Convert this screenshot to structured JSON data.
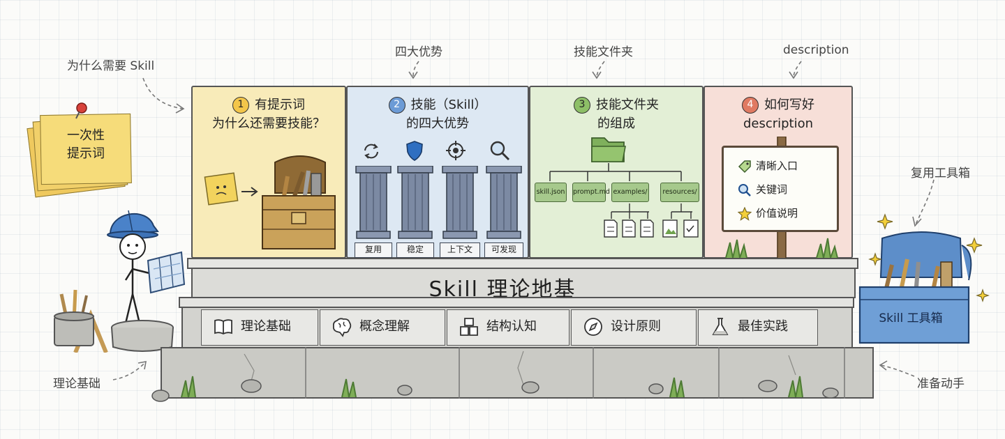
{
  "annotations": {
    "why_skill": "为什么需要 Skill",
    "four_advantages": "四大优势",
    "skill_folder": "技能文件夹",
    "description": "description",
    "reuse_toolbox": "复用工具箱",
    "theory_foundation": "理论基础",
    "ready_to_act": "准备动手"
  },
  "sticky_note": {
    "line1": "一次性",
    "line2": "提示词"
  },
  "panels": [
    {
      "number": "1",
      "title_line1": "有提示词",
      "title_line2": "为什么还需要技能？"
    },
    {
      "number": "2",
      "title_line1": "技能（Skill）",
      "title_line2": "的四大优势"
    },
    {
      "number": "3",
      "title_line1": "技能文件夹",
      "title_line2": "的组成"
    },
    {
      "number": "4",
      "title_line1": "如何写好",
      "title_line2": "description"
    }
  ],
  "pillars": [
    {
      "label": "复用",
      "icon": "refresh-icon"
    },
    {
      "label": "稳定",
      "icon": "shield-icon"
    },
    {
      "label": "上下文",
      "icon": "target-icon"
    },
    {
      "label": "可发现",
      "icon": "magnifier-icon"
    }
  ],
  "folder_files": [
    "skill.json",
    "prompt.md",
    "examples/",
    "resources/"
  ],
  "sign_items": [
    {
      "label": "清晰入口",
      "icon": "tag-icon"
    },
    {
      "label": "关键词",
      "icon": "magnifier-icon"
    },
    {
      "label": "价值说明",
      "icon": "star-icon"
    }
  ],
  "base_title": "Skill  理论地基",
  "foundation_blocks": [
    {
      "label": "理论基础",
      "icon": "book-icon"
    },
    {
      "label": "概念理解",
      "icon": "brain-icon"
    },
    {
      "label": "结构认知",
      "icon": "cubes-icon"
    },
    {
      "label": "设计原则",
      "icon": "compass-icon"
    },
    {
      "label": "最佳实践",
      "icon": "flask-icon"
    }
  ],
  "toolbox_label": "Skill 工具箱",
  "colors": {
    "panel1": "#f8ebb9",
    "panel2": "#dde8f3",
    "panel3": "#e3efd6",
    "panel4": "#f7dfd8",
    "pillar": "#7c8aa3",
    "folder_green": "#a6c98c",
    "toolbox_blue": "#6f9fd6",
    "helmet_blue": "#3f78c2"
  }
}
